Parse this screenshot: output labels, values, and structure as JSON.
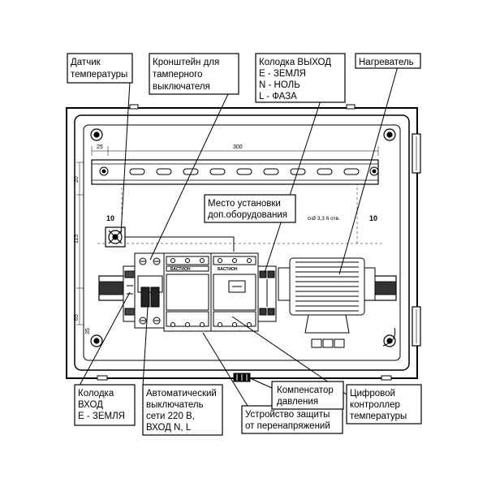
{
  "callouts": {
    "temp_sensor": [
      "Датчик",
      "температуры"
    ],
    "tamper_bracket": [
      "Кронштейн для",
      "тамперного",
      "выключателя"
    ],
    "output_block": [
      "Колодка ВЫХОД",
      "E - ЗЕМЛЯ",
      "N - НОЛЬ",
      "L - ФАЗА"
    ],
    "heater": [
      "Нагреватель"
    ],
    "extra_equipment": [
      "Место установки",
      "доп.оборудования"
    ],
    "input_block": [
      "Колодка",
      "ВХОД",
      "E - ЗЕМЛЯ"
    ],
    "circuit_breaker": [
      "Автоматический",
      "выключатель",
      "сети 220 В,",
      "ВХОД N, L"
    ],
    "surge_protector": [
      "Устройство защиты",
      "от перенапряжений"
    ],
    "pressure_compensator": [
      "Компенсатор",
      "давления"
    ],
    "controller": [
      "Цифровой",
      "контроллер",
      "температуры"
    ]
  },
  "dimensions": {
    "top_offset": "25",
    "rail_length": "300",
    "left_top": "20",
    "left_mid": "115",
    "left_bottom": "65",
    "left_bottom_small": "35",
    "hole_note": "Ø 3,3 6 отв.",
    "marker_left": "10",
    "marker_right": "10"
  },
  "brands": {
    "device1": "БАСТИОН",
    "device2": "БАСТИОН"
  },
  "colors": {
    "line": "#000000",
    "fill_dark": "#222222",
    "fill_gray": "#bdbdbd",
    "background": "#ffffff"
  }
}
